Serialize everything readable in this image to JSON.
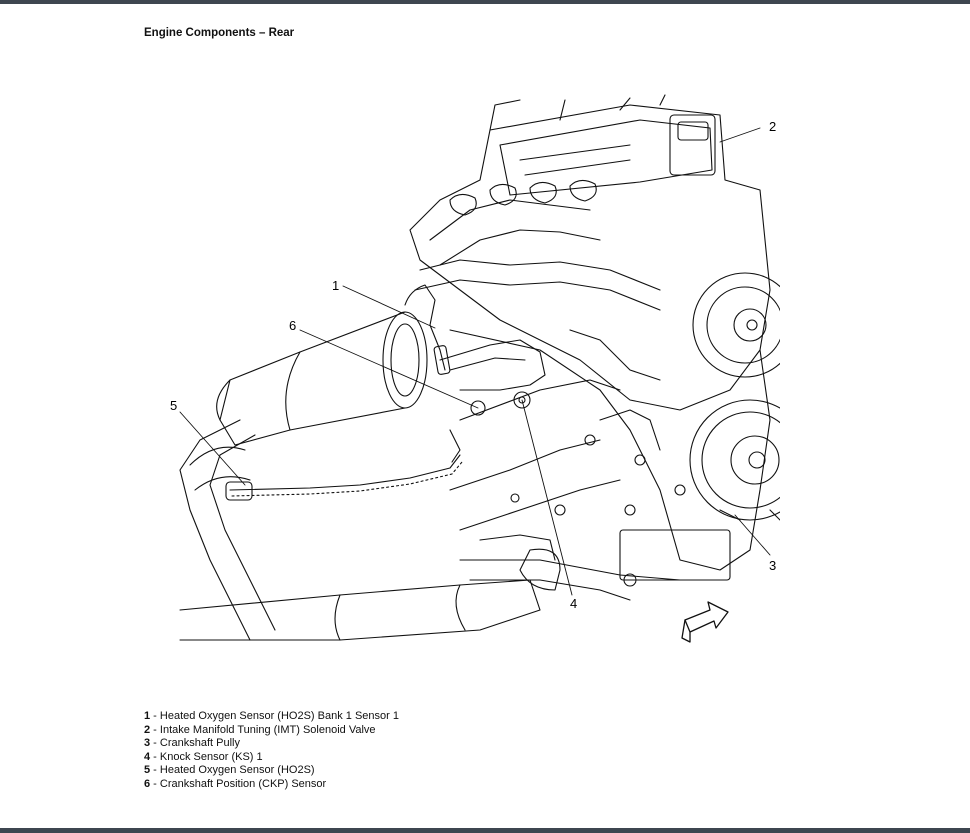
{
  "page": {
    "title": "Engine Components – Rear"
  },
  "figure": {
    "callouts": [
      "1",
      "2",
      "3",
      "4",
      "5",
      "6"
    ]
  },
  "legend": [
    {
      "num": "1",
      "text": " - Heated Oxygen Sensor (HO2S) Bank 1 Sensor 1"
    },
    {
      "num": "2",
      "text": " - Intake Manifold Tuning (IMT) Solenoid Valve"
    },
    {
      "num": "3",
      "text": " - Crankshaft Pully"
    },
    {
      "num": "4",
      "text": " - Knock Sensor (KS) 1"
    },
    {
      "num": "5",
      "text": " - Heated Oxygen Sensor (HO2S)"
    },
    {
      "num": "6",
      "text": " - Crankshaft Position (CKP) Sensor"
    }
  ]
}
